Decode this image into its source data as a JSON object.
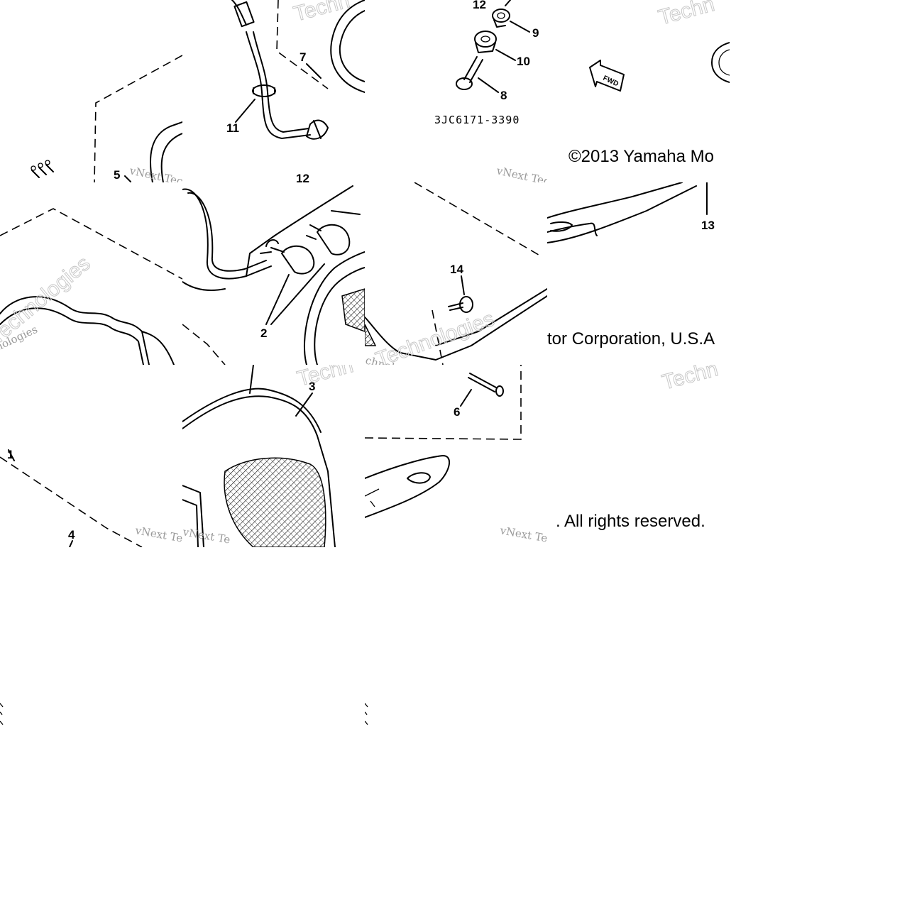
{
  "diagram": {
    "part_number": "3JC6171-3390",
    "copyright": {
      "line_a": "©2013 Yamaha Mo",
      "line_b": "tor Corporation, U.S.A",
      "line_c": ". All rights reserved."
    },
    "fwd_label": "FWD",
    "callouts": [
      "1",
      "2",
      "3",
      "4",
      "5",
      "6",
      "7",
      "8",
      "9",
      "10",
      "11",
      "12",
      "13",
      "14"
    ],
    "watermarks": {
      "brand_a": "vNext Tec",
      "brand_b": "vNext Te",
      "brand_c": "Techn",
      "brand_d": "Technologies",
      "brand_e": "chnologies"
    }
  }
}
